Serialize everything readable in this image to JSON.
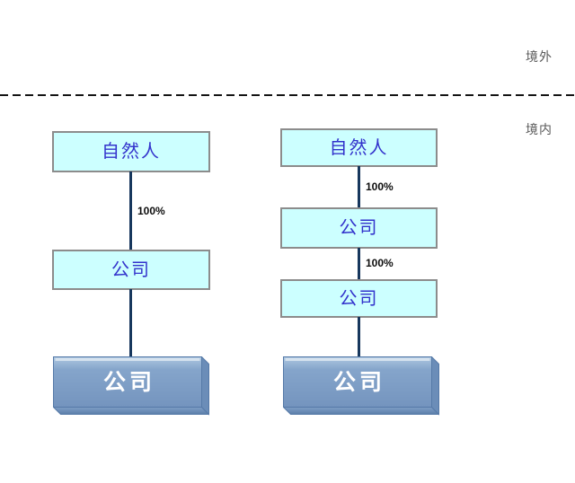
{
  "region_labels": {
    "offshore": "境外",
    "onshore": "境内"
  },
  "structures": {
    "left": {
      "shareholder": "自然人",
      "pct1": "100%",
      "holdco1": "公司",
      "opco": "公司"
    },
    "right": {
      "shareholder": "自然人",
      "pct1": "100%",
      "holdco1": "公司",
      "pct2": "100%",
      "holdco2": "公司",
      "opco": "公司"
    }
  },
  "colors": {
    "node_fill": "#CCFFFF",
    "node_border": "#8C8C8C",
    "node_text": "#3333CC",
    "connector": "#17375D",
    "divider": "#141414",
    "region_text": "#595959",
    "solid_box_face": "#7E9EC6",
    "solid_box_side": "#6B8DB8",
    "solid_box_text": "#FFFFFF"
  }
}
